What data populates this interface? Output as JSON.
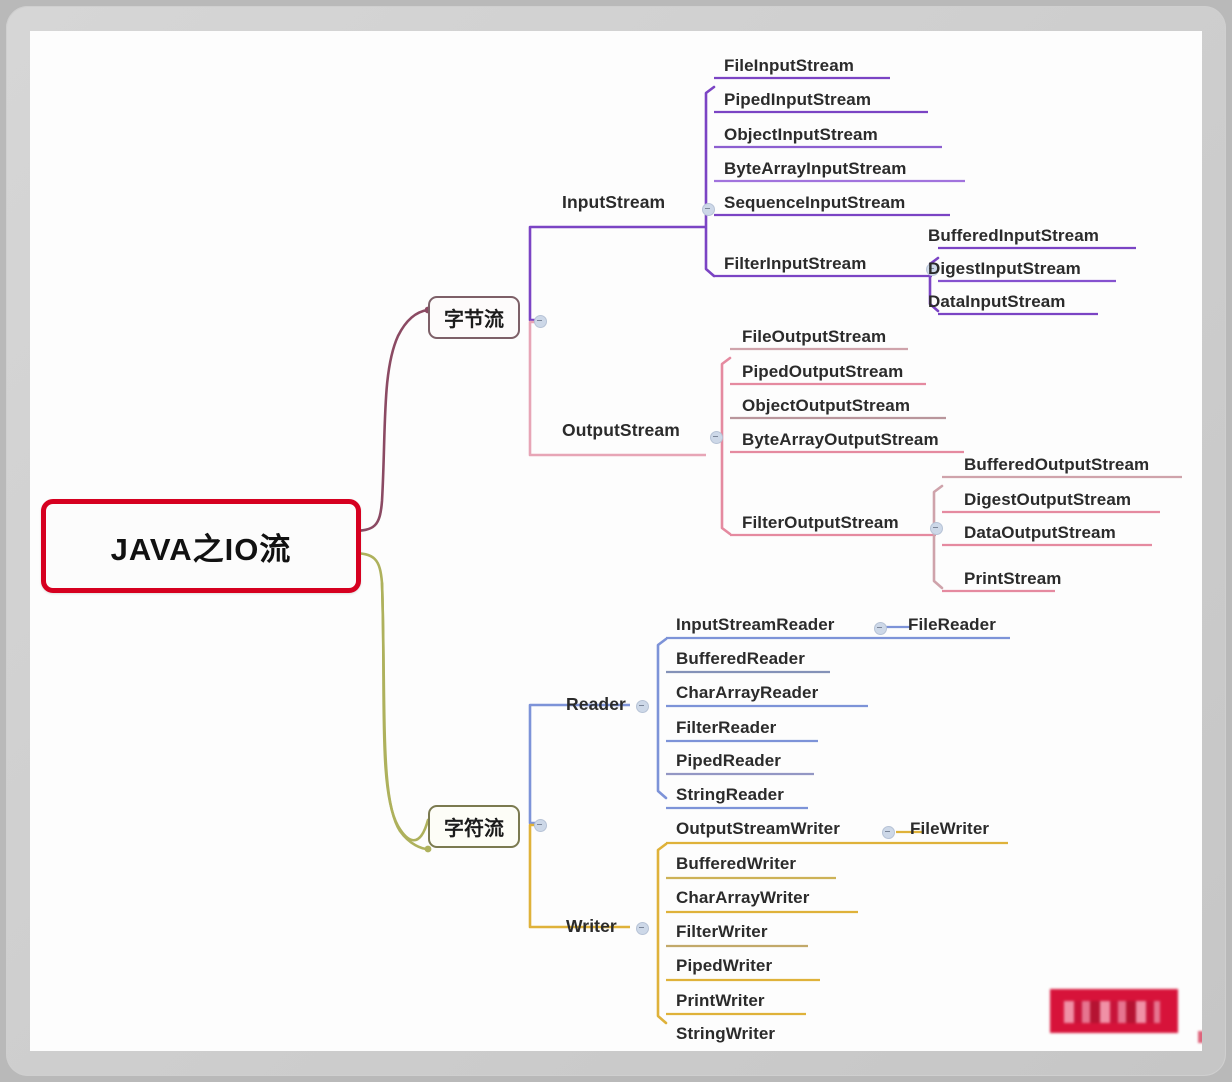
{
  "title": "JAVA之IO流",
  "colors": {
    "root_border": "#d60020",
    "byte_branch": "#c98ba0",
    "char_branch": "#c9b46b",
    "input_stream": "#7b44c4",
    "output_stream": "#e58aa0",
    "reader": "#7d93d8",
    "writer": "#dfb23a",
    "root_to_byte": "#8b4a63",
    "root_to_char": "#aeb15c"
  },
  "root": {
    "label": "JAVA之IO流"
  },
  "branches": [
    {
      "id": "byte-stream",
      "label": "字节流",
      "groups": [
        {
          "id": "input-stream",
          "label": "InputStream",
          "accent": "#7b44c4",
          "children": [
            {
              "label": "FileInputStream"
            },
            {
              "label": "PipedInputStream"
            },
            {
              "label": "ObjectInputStream"
            },
            {
              "label": "ByteArrayInputStream"
            },
            {
              "label": "SequenceInputStream"
            },
            {
              "label": "FilterInputStream",
              "children": [
                {
                  "label": "BufferedInputStream"
                },
                {
                  "label": "DigestInputStream"
                },
                {
                  "label": "DataInputStream"
                }
              ]
            }
          ]
        },
        {
          "id": "output-stream",
          "label": "OutputStream",
          "accent": "#e58aa0",
          "children": [
            {
              "label": "FileOutputStream"
            },
            {
              "label": "PipedOutputStream"
            },
            {
              "label": "ObjectOutputStream"
            },
            {
              "label": "ByteArrayOutputStream"
            },
            {
              "label": "FilterOutputStream",
              "children": [
                {
                  "label": "BufferedOutputStream"
                },
                {
                  "label": "DigestOutputStream"
                },
                {
                  "label": "DataOutputStream"
                },
                {
                  "label": "PrintStream"
                }
              ]
            }
          ]
        }
      ]
    },
    {
      "id": "char-stream",
      "label": "字符流",
      "groups": [
        {
          "id": "reader",
          "label": "Reader",
          "accent": "#7d93d8",
          "children": [
            {
              "label": "InputStreamReader",
              "children": [
                {
                  "label": "FileReader"
                }
              ]
            },
            {
              "label": "BufferedReader"
            },
            {
              "label": "CharArrayReader"
            },
            {
              "label": "FilterReader"
            },
            {
              "label": "PipedReader"
            },
            {
              "label": "StringReader"
            }
          ]
        },
        {
          "id": "writer",
          "label": "Writer",
          "accent": "#dfb23a",
          "children": [
            {
              "label": "OutputStreamWriter",
              "children": [
                {
                  "label": "FileWriter"
                }
              ]
            },
            {
              "label": "BufferedWriter"
            },
            {
              "label": "CharArrayWriter"
            },
            {
              "label": "FilterWriter"
            },
            {
              "label": "PipedWriter"
            },
            {
              "label": "PrintWriter"
            },
            {
              "label": "StringWriter"
            }
          ]
        }
      ]
    }
  ],
  "watermark": {
    "label": ""
  }
}
